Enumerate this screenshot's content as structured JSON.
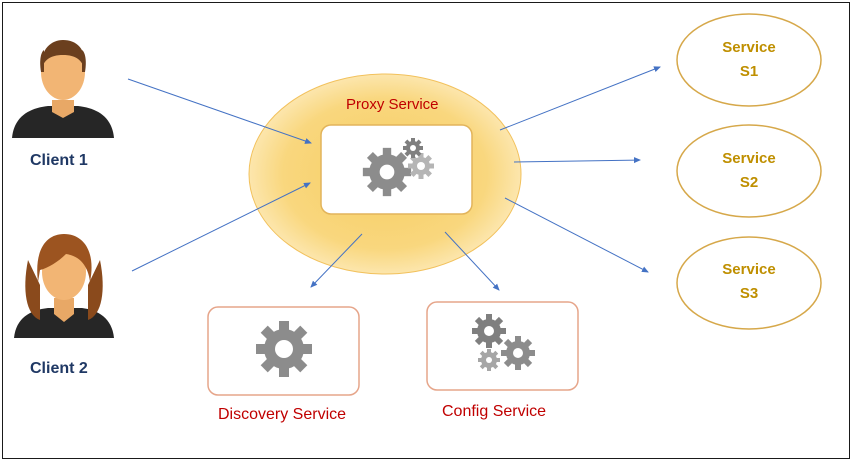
{
  "clients": [
    {
      "label": "Client 1"
    },
    {
      "label": "Client 2"
    }
  ],
  "proxy": {
    "label": "Proxy Service"
  },
  "services": [
    {
      "line1": "Service",
      "line2": "S1"
    },
    {
      "line1": "Service",
      "line2": "S2"
    },
    {
      "line1": "Service",
      "line2": "S3"
    }
  ],
  "discovery": {
    "label": "Discovery Service"
  },
  "config": {
    "label": "Config Service"
  },
  "colors": {
    "proxy_fill": "#f9d77e",
    "proxy_glow": "#fbe3a6",
    "service_border": "#d6a84a",
    "box_border": "#e6a58a",
    "arrow": "#4472c4",
    "gear": "#8c8c8c",
    "client_text": "#1f3864",
    "red_text": "#c00000",
    "service_text": "#bf8f00"
  }
}
